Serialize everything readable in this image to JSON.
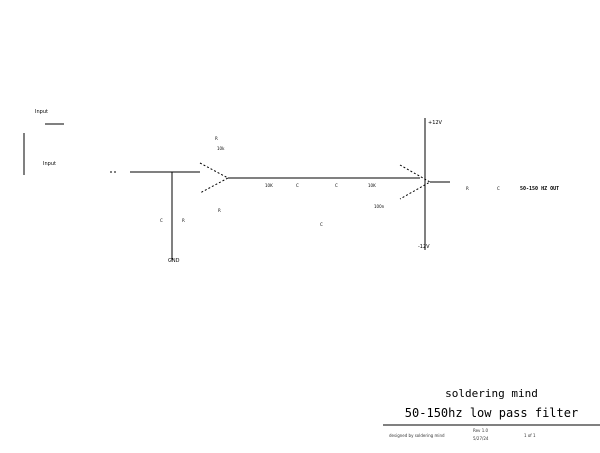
{
  "schematic": {
    "input_label_top": "Input",
    "input_label_bottom": "Input",
    "output_label": "50-150 HZ OUT",
    "vcc_label": "+12V",
    "vee_label": "-12V",
    "gnd_label": "GND"
  },
  "title_block": {
    "company": "soldering mind",
    "title": "50-150hz low pass filter",
    "designer": "designed by soldering mind",
    "revision": "Rev 1.0",
    "date": "5/27/24",
    "sheet": "1 of 1"
  }
}
